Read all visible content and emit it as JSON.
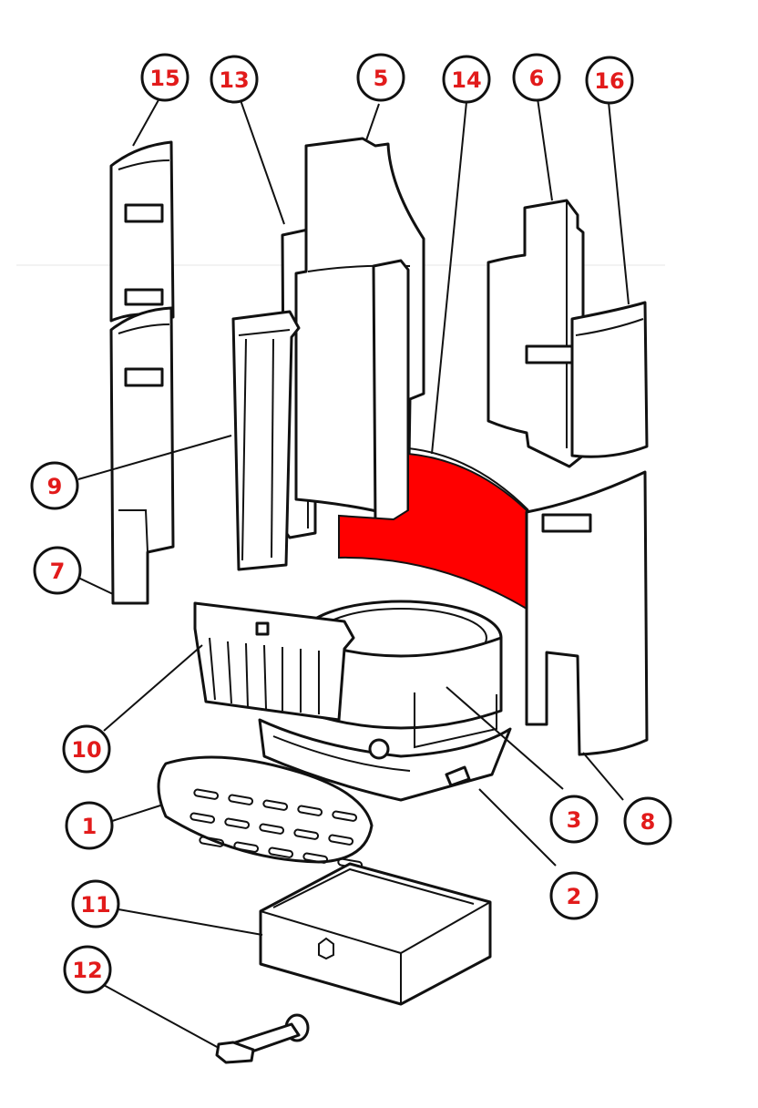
{
  "highlight_color": "#ff0000",
  "callout_text_color": "#e21b1b",
  "callouts": [
    {
      "id": "1",
      "label": "1"
    },
    {
      "id": "2",
      "label": "2"
    },
    {
      "id": "3",
      "label": "3"
    },
    {
      "id": "5",
      "label": "5"
    },
    {
      "id": "6",
      "label": "6"
    },
    {
      "id": "7",
      "label": "7"
    },
    {
      "id": "8",
      "label": "8"
    },
    {
      "id": "9",
      "label": "9"
    },
    {
      "id": "10",
      "label": "10"
    },
    {
      "id": "11",
      "label": "11"
    },
    {
      "id": "12",
      "label": "12"
    },
    {
      "id": "13",
      "label": "13"
    },
    {
      "id": "14",
      "label": "14"
    },
    {
      "id": "15",
      "label": "15"
    },
    {
      "id": "16",
      "label": "16"
    }
  ]
}
